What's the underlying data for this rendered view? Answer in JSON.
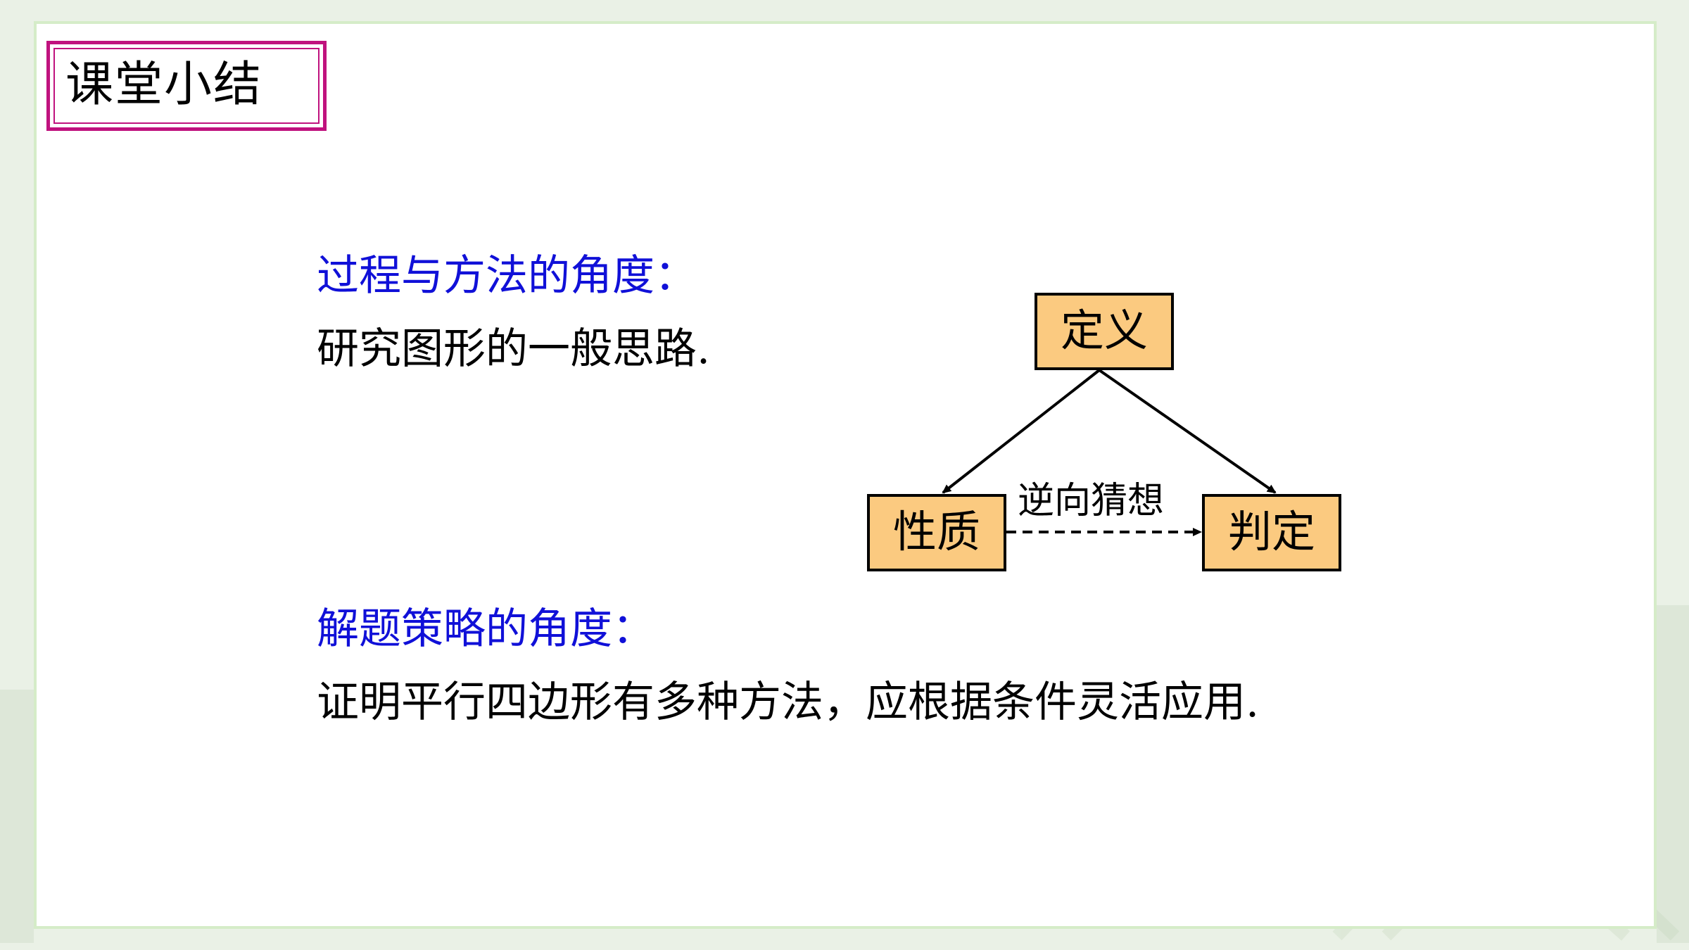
{
  "slide": {
    "title": "课堂小结",
    "section1": {
      "heading": "过程与方法的角度：",
      "body": "研究图形的一般思路."
    },
    "section2": {
      "heading": "解题策略的角度：",
      "body": "证明平行四边形有多种方法，应根据条件灵活应用."
    }
  },
  "diagram": {
    "top_node": "定义",
    "left_node": "性质",
    "right_node": "判定",
    "edge_label": "逆向猜想"
  },
  "colors": {
    "title_border": "#c0127e",
    "heading_text": "#1010d8",
    "node_fill": "#fbca80",
    "panel_border": "#d5ecc8"
  }
}
